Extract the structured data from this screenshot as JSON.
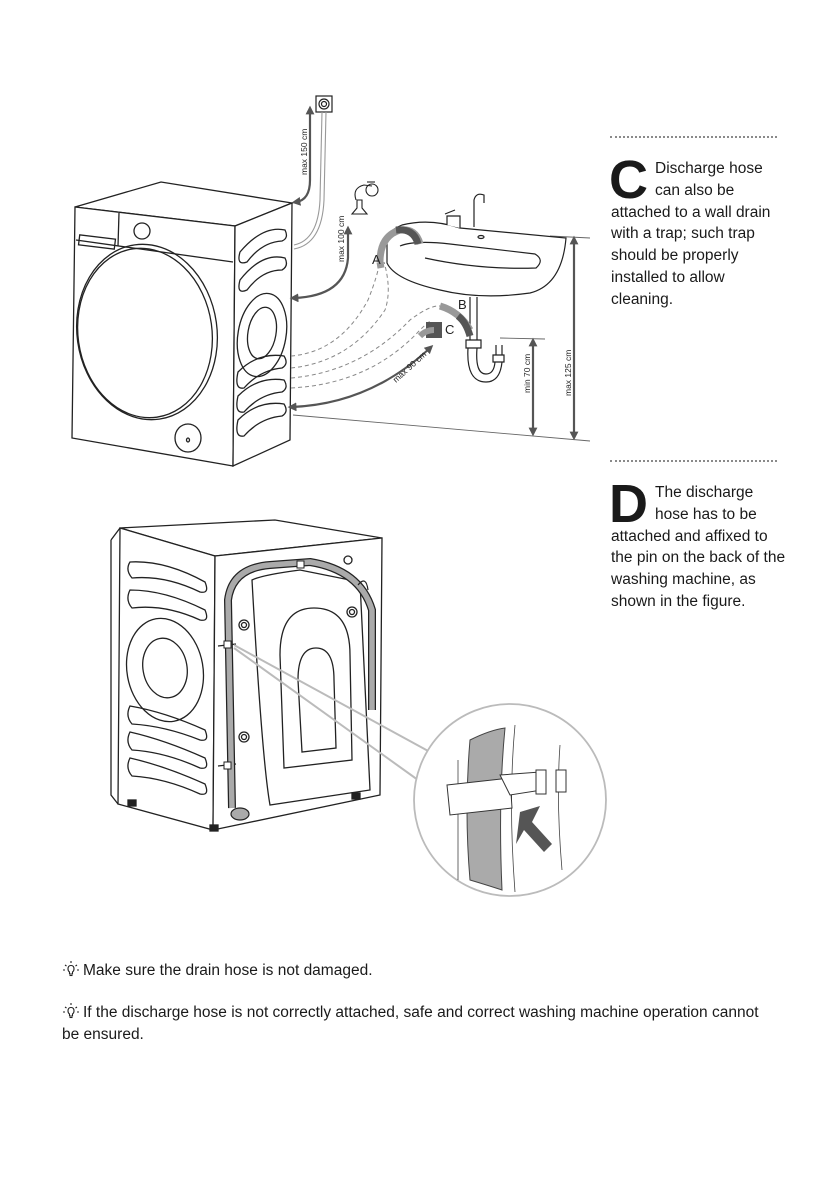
{
  "figure_top": {
    "labels": {
      "a": "A",
      "b": "B",
      "c": "C"
    },
    "dimensions": {
      "max_150": "max 150 cm",
      "max_100": "max 100 cm",
      "max_90": "max 90 cm",
      "min_70": "min 70 cm",
      "max_125": "max 125 cm"
    }
  },
  "section_c": {
    "letter": "C",
    "text": "Discharge hose can also be attached to a wall drain with a trap; such trap should be properly installed to allow cleaning."
  },
  "section_d": {
    "letter": "D",
    "text": "The discharge hose has to be attached and affixed to the pin on the back of the washing machine, as shown in the figure."
  },
  "notes": [
    {
      "icon": "lightbulb-tip-icon",
      "text": "Make sure the drain hose is not damaged."
    },
    {
      "icon": "lightbulb-tip-icon",
      "text": "If the discharge hose is not correctly attached, safe and correct washing machine operation cannot be ensured."
    }
  ],
  "colors": {
    "hose_gray": "#a8a8a8",
    "arrow_dark": "#555555",
    "line": "#222222"
  }
}
